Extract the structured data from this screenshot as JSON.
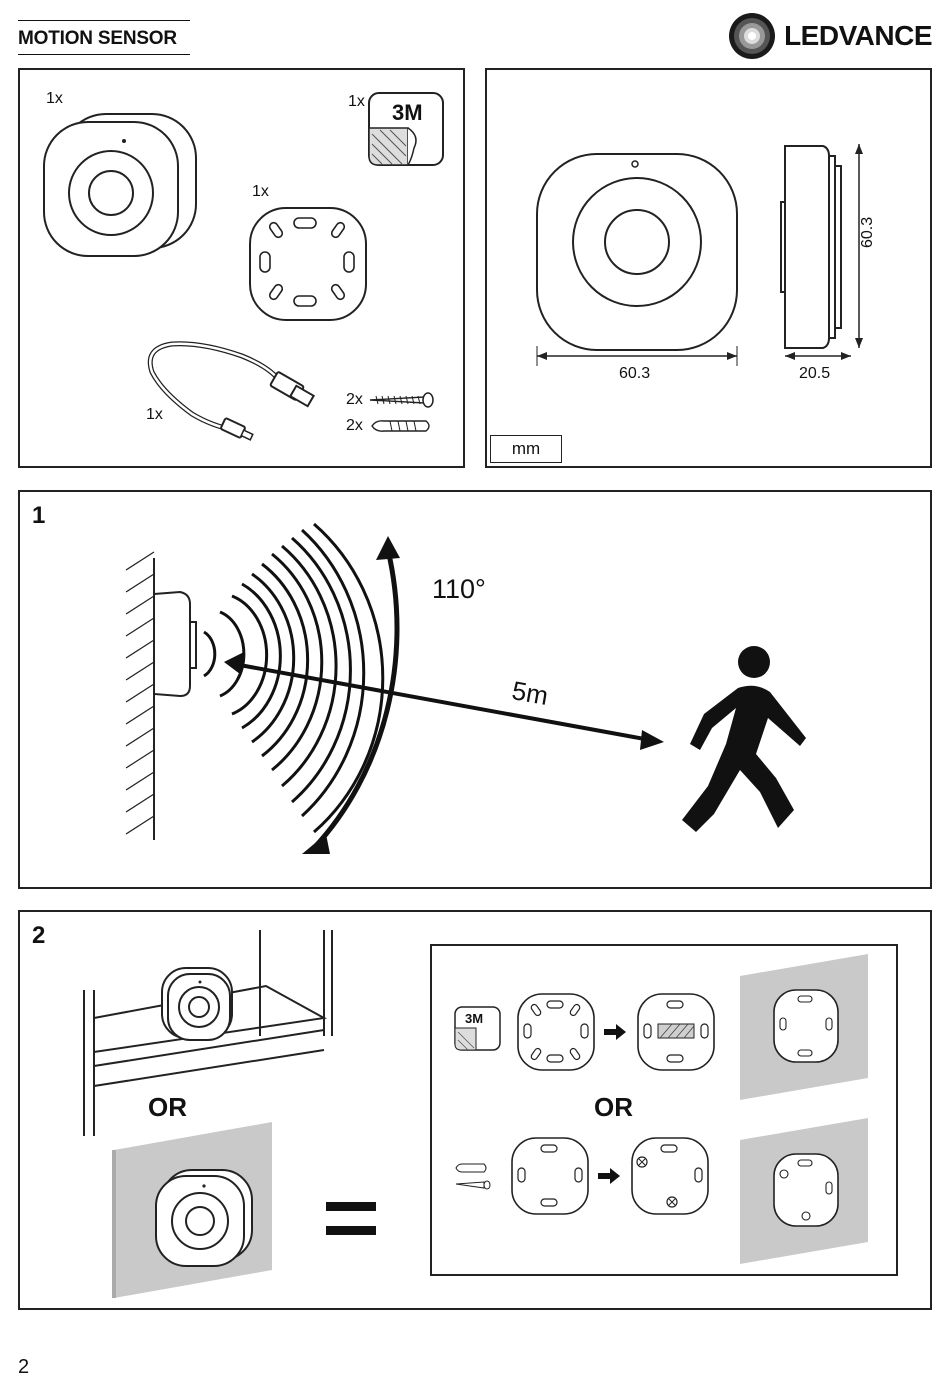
{
  "header": {
    "title": "MOTION SENSOR",
    "brand": "LEDVANCE"
  },
  "contents": {
    "sensor_qty": "1x",
    "tape_qty": "1x",
    "tape_label": "3M",
    "plate_qty": "1x",
    "cable_qty": "1x",
    "screw_qty": "2x",
    "dowel_qty": "2x"
  },
  "dimensions": {
    "width": "60.3",
    "depth": "20.5",
    "height": "60.3",
    "unit": "mm"
  },
  "step1": {
    "number": "1",
    "angle": "110°",
    "range": "5m"
  },
  "step2": {
    "number": "2",
    "or_left": "OR",
    "or_right": "OR",
    "tape_label": "3M"
  },
  "footer": {
    "page_number": "2"
  }
}
